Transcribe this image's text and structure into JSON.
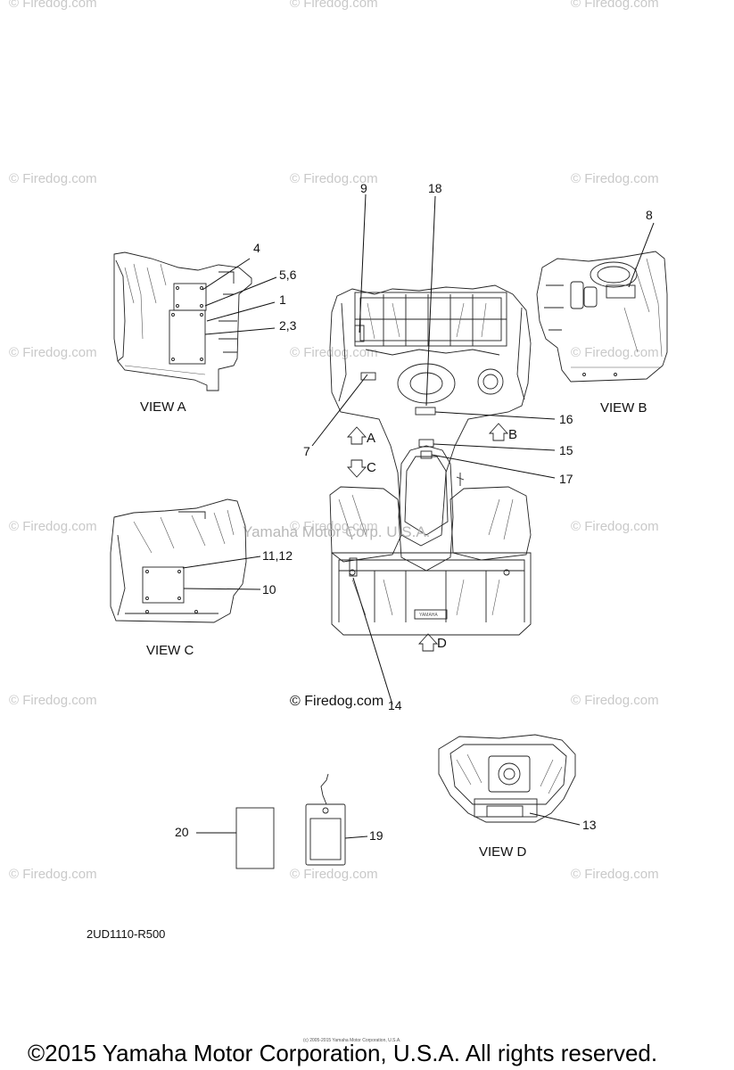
{
  "watermarks": {
    "text": "© Firedog.com",
    "mid_text": "Yamaha Motor Corp. U.S.A."
  },
  "callouts": {
    "c4": "4",
    "c56": "5,6",
    "c1": "1",
    "c23": "2,3",
    "c9": "9",
    "c18": "18",
    "c8": "8",
    "c7": "7",
    "c16": "16",
    "c15": "15",
    "c17": "17",
    "c1112": "11,12",
    "c10": "10",
    "c14": "14",
    "c13": "13",
    "c20": "20",
    "c19": "19"
  },
  "views": {
    "a": "VIEW A",
    "b": "VIEW B",
    "c": "VIEW C",
    "d": "VIEW D"
  },
  "arrows": {
    "a": "A",
    "b": "B",
    "c": "C",
    "d": "D"
  },
  "vehicle_badge": "YAMAHA",
  "page_code": "2UD1110-R500",
  "firedog_center": "© Firedog.com",
  "fine_print": "(c) 2005-2015 Yamaha Motor Corporation, U.S.A.",
  "copyright": "©2015 Yamaha Motor Corporation, U.S.A. All rights reserved."
}
